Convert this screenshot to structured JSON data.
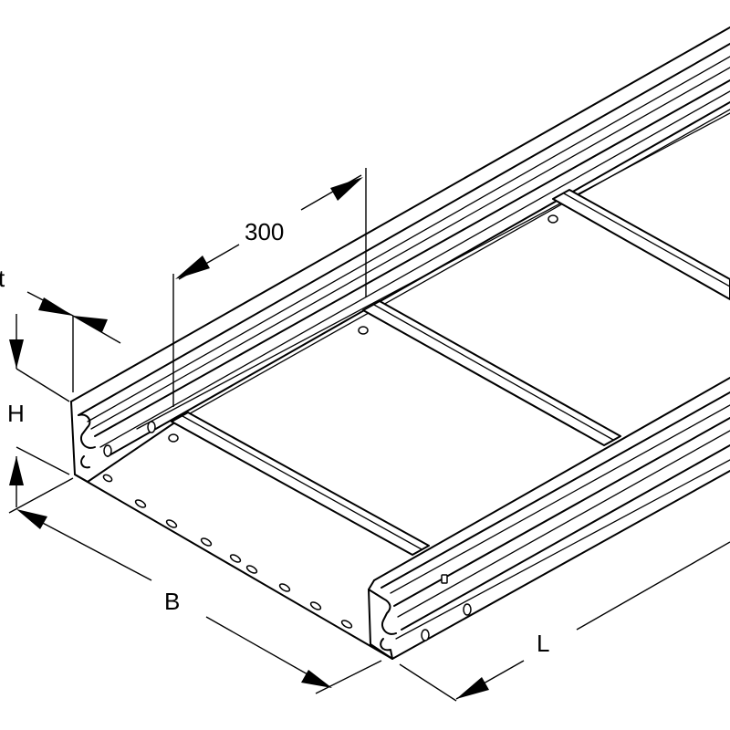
{
  "dimensions": {
    "rung_spacing": "300",
    "thickness": "t",
    "height": "H",
    "width": "B",
    "length": "L"
  }
}
